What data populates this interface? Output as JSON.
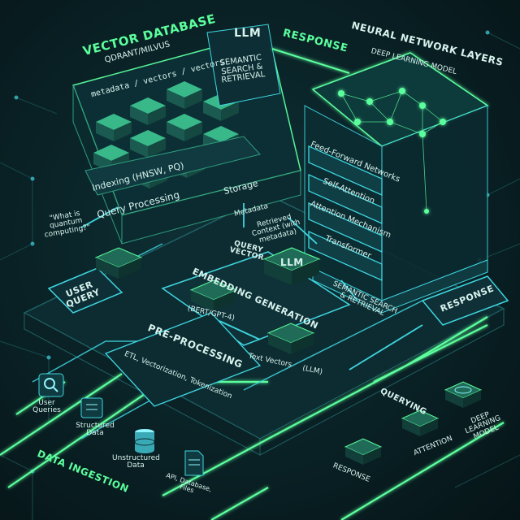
{
  "vector_db": {
    "title": "VECTOR DATABASE",
    "subtitle": "QDRANT/MILVUS",
    "path": "metadata / vectors / vectors",
    "indexing": "Indexing (HNSW, PQ)",
    "query_processing": "Query Processing",
    "storage": "Storage"
  },
  "top": {
    "llm": "LLM",
    "response": "RESPONSE",
    "semantic_search": "SEMANTIC SEARCH & RETRIEVAL"
  },
  "neural": {
    "title": "NEURAL NETWORK LAYERS",
    "subtitle": "DEEP LEARNING MODEL",
    "layers": [
      "Feed-Forward Networks",
      "Self-Attention",
      "Attention Mechanism",
      "Transformer"
    ]
  },
  "middle": {
    "quote": "\"What is quantum computing?\"",
    "metadata": "Metadata",
    "retrieved_context": "Retrieved Context (with metadata)",
    "query_vector": "QUERY VECTOR",
    "llm_box": "LLM",
    "user_query": "USER QUERY",
    "embedding_title": "EMBEDDING GENERATION",
    "embedding_model": "(BERT/GPT-4)",
    "semantic_search_lower": "SEMANTIC SEARCH & RETRIEVAL",
    "response_right": "RESPONSE",
    "text_vectors": "Text Vectors",
    "llm_paren": "(LLM)"
  },
  "preprocessing": {
    "title": "PRE-PROCESSING",
    "steps": "ETL, Vectorization, Tokenization"
  },
  "ingestion": {
    "title": "DATA INGESTION",
    "user_queries": "User Queries",
    "structured": "Structured Data",
    "unstructured": "Unstructured Data",
    "api": "API, Database, Files"
  },
  "bottom_right": {
    "querying": "QUERYING",
    "response": "RESPONSE",
    "attention": "ATTENTION",
    "deep_model": "DEEP LEARNING MODEL"
  },
  "colors": {
    "accent": "#5cff9d",
    "secondary": "#3fd6e0",
    "background": "#071a1d",
    "text": "#d8f3ee"
  },
  "icons": [
    "search-icon",
    "document-icon",
    "database-icon",
    "file-icon",
    "chip-icon",
    "brain-icon",
    "gear-icon",
    "atom-icon",
    "grid-icon"
  ]
}
